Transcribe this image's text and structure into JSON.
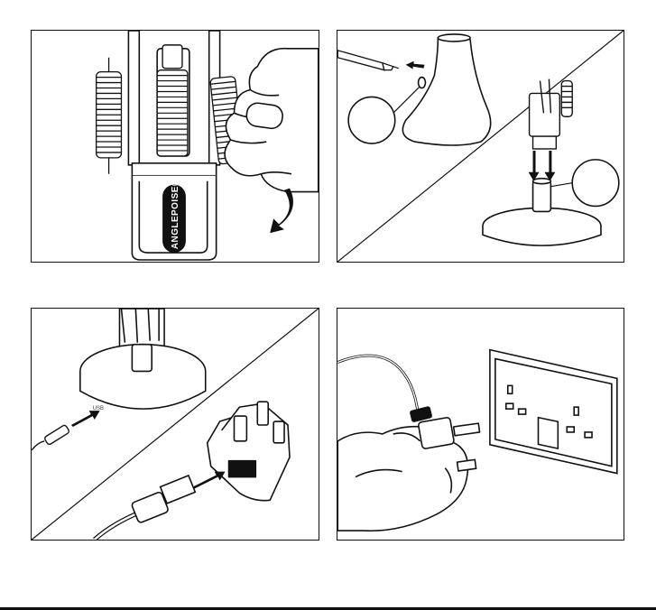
{
  "panels": [
    {
      "id": "step-1",
      "brand_label": "ANGLEPOISE®"
    },
    {
      "id": "step-2"
    },
    {
      "id": "step-3",
      "port_label": "USB"
    },
    {
      "id": "step-4"
    }
  ],
  "colors": {
    "line": "#111111",
    "background": "#ffffff",
    "shading": "#e9e9e9"
  },
  "icons": [
    "curved-arrow-icon",
    "arrow-left-icon",
    "arrow-down-icon",
    "arrow-right-icon"
  ]
}
